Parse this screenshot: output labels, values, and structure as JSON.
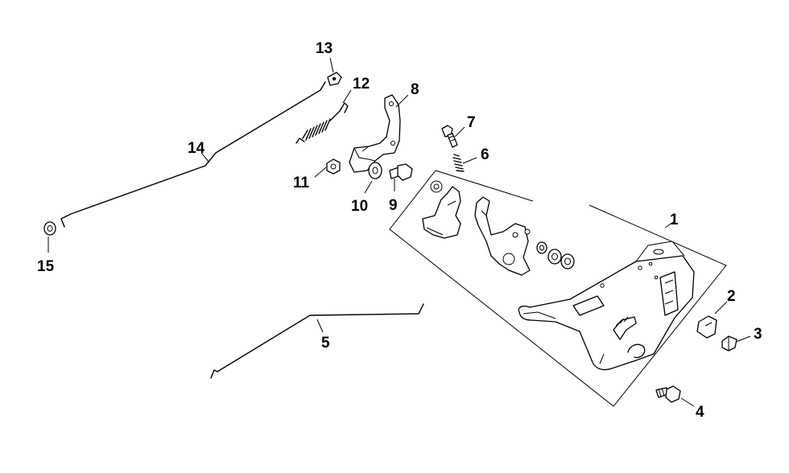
{
  "diagram": {
    "callouts": [
      {
        "id": "1",
        "text": "1"
      },
      {
        "id": "2",
        "text": "2"
      },
      {
        "id": "3",
        "text": "3"
      },
      {
        "id": "4",
        "text": "4"
      },
      {
        "id": "5",
        "text": "5"
      },
      {
        "id": "6",
        "text": "6"
      },
      {
        "id": "7",
        "text": "7"
      },
      {
        "id": "8",
        "text": "8"
      },
      {
        "id": "9",
        "text": "9"
      },
      {
        "id": "10",
        "text": "10"
      },
      {
        "id": "11",
        "text": "11"
      },
      {
        "id": "12",
        "text": "12"
      },
      {
        "id": "13",
        "text": "13"
      },
      {
        "id": "14",
        "text": "14"
      },
      {
        "id": "15",
        "text": "15"
      }
    ]
  }
}
